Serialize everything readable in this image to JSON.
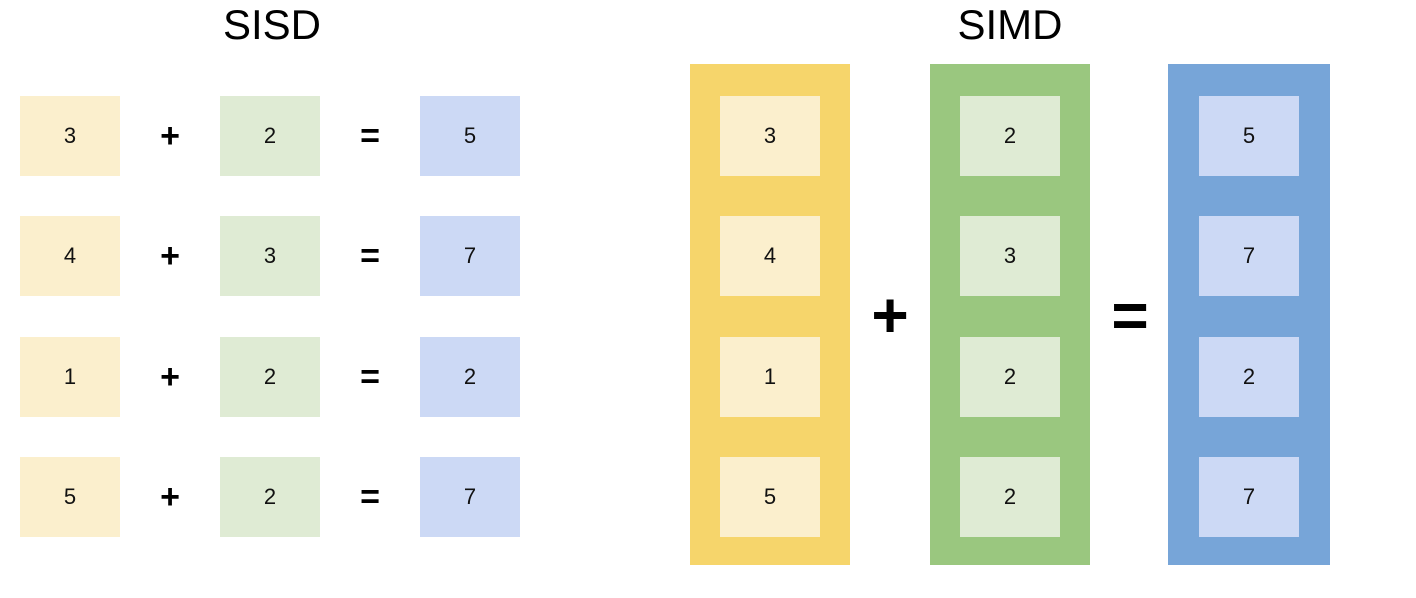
{
  "figure": {
    "panels": [
      {
        "id": "sisd",
        "title": "SISD",
        "operator_add": "+",
        "operator_equals": "=",
        "rows": [
          {
            "operand_a": "3",
            "operand_b": "2",
            "result": "5"
          },
          {
            "operand_a": "4",
            "operand_b": "3",
            "result": "7"
          },
          {
            "operand_a": "1",
            "operand_b": "2",
            "result": "2"
          },
          {
            "operand_a": "5",
            "operand_b": "2",
            "result": "7"
          }
        ]
      },
      {
        "id": "simd",
        "title": "SIMD",
        "operator_add": "+",
        "operator_equals": "=",
        "vectors": [
          {
            "id": "operand-a",
            "values": [
              "3",
              "4",
              "1",
              "5"
            ]
          },
          {
            "id": "operand-b",
            "values": [
              "2",
              "3",
              "2",
              "2"
            ]
          },
          {
            "id": "result",
            "values": [
              "5",
              "7",
              "2",
              "7"
            ]
          }
        ]
      }
    ]
  },
  "colors": {
    "yellow_light": "#FBEFCD",
    "yellow_strong": "#F6D56B",
    "green_light": "#DFEBD4",
    "green_strong": "#9AC77F",
    "blue_light": "#CCD9F5",
    "blue_strong": "#77A5D8",
    "text": "#000000",
    "background": "#FFFFFF"
  }
}
